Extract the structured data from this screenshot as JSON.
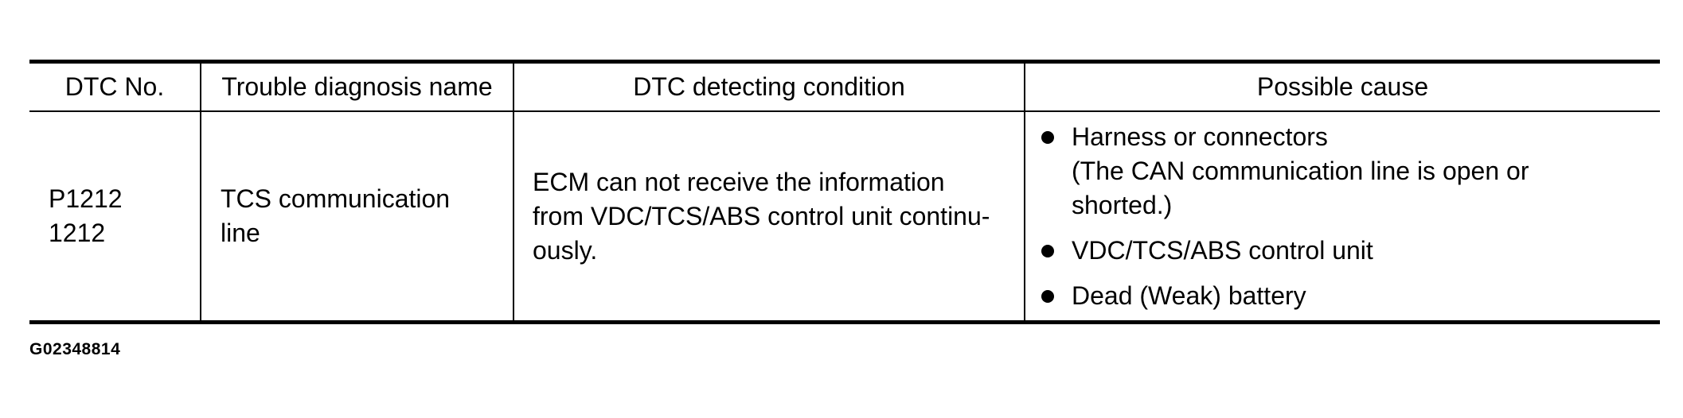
{
  "table": {
    "headers": [
      "DTC No.",
      "Trouble diagnosis name",
      "DTC detecting condition",
      "Possible cause"
    ],
    "row": {
      "dtc_no": [
        "P1212",
        "1212"
      ],
      "diagnosis_name": [
        "TCS communication",
        "line"
      ],
      "detecting_condition": [
        "ECM can not receive the information",
        "from VDC/TCS/ABS control unit continu-",
        "ously."
      ],
      "possible_causes": [
        [
          "Harness or connectors",
          "(The CAN communication line is open or",
          "shorted.)"
        ],
        [
          "VDC/TCS/ABS control unit"
        ],
        [
          "Dead (Weak) battery"
        ]
      ]
    }
  },
  "figure_id": "G02348814"
}
